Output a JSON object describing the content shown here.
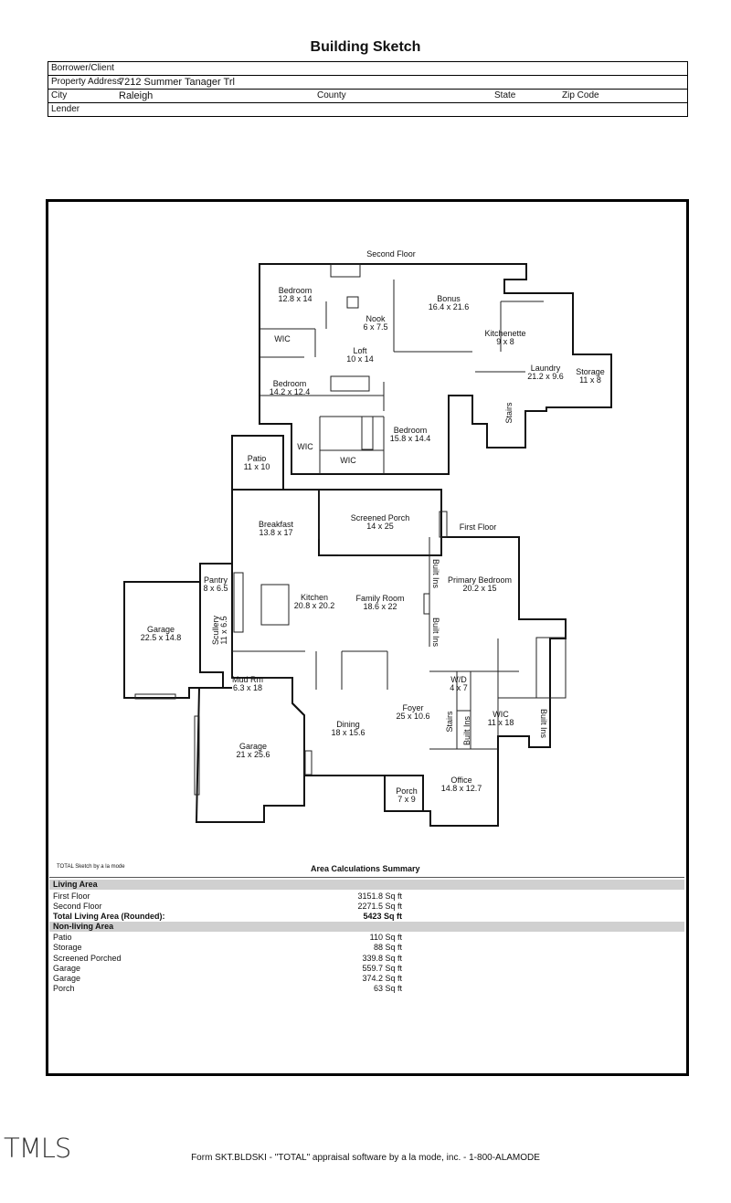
{
  "title": "Building Sketch",
  "header": {
    "borrower_label": "Borrower/Client",
    "address_label": "Property Address",
    "address_value": "7212 Summer Tanager Trl",
    "city_label": "City",
    "city_value": "Raleigh",
    "county_label": "County",
    "state_label": "State",
    "zip_label": "Zip Code",
    "lender_label": "Lender"
  },
  "plan": {
    "second_floor_label": "Second Floor",
    "first_floor_label": "First Floor",
    "rooms": [
      {
        "name": "Bedroom",
        "dims": "12.8 x 14"
      },
      {
        "name": "Nook",
        "dims": "6 x 7.5"
      },
      {
        "name": "Bonus",
        "dims": "16.4 x 21.6"
      },
      {
        "name": "Kitchenette",
        "dims": "9 x 8"
      },
      {
        "name": "WIC",
        "dims": ""
      },
      {
        "name": "Loft",
        "dims": "10 x 14"
      },
      {
        "name": "Laundry",
        "dims": "21.2 x 9.6"
      },
      {
        "name": "Storage",
        "dims": "11 x 8"
      },
      {
        "name": "Bedroom",
        "dims": "14.2 x 12.4"
      },
      {
        "name": "Stairs",
        "dims": ""
      },
      {
        "name": "Bedroom",
        "dims": "15.8 x 14.4"
      },
      {
        "name": "WIC",
        "dims": ""
      },
      {
        "name": "WIC",
        "dims": ""
      },
      {
        "name": "Patio",
        "dims": "11 x 10"
      },
      {
        "name": "Breakfast",
        "dims": "13.8 x 17"
      },
      {
        "name": "Screened Porch",
        "dims": "14 x 25"
      },
      {
        "name": "Pantry",
        "dims": "8 x 6.5"
      },
      {
        "name": "Kitchen",
        "dims": "20.8 x 20.2"
      },
      {
        "name": "Family Room",
        "dims": "18.6 x 22"
      },
      {
        "name": "Primary Bedroom",
        "dims": "20.2 x 15"
      },
      {
        "name": "Garage",
        "dims": "22.5 x 14.8"
      },
      {
        "name": "Scullery",
        "dims": "11 x 6.5"
      },
      {
        "name": "Built Ins",
        "dims": ""
      },
      {
        "name": "Built Ins",
        "dims": ""
      },
      {
        "name": "Mud Rm",
        "dims": "6.3 x 18"
      },
      {
        "name": "W/D",
        "dims": "4 x 7"
      },
      {
        "name": "Foyer",
        "dims": "25 x 10.6"
      },
      {
        "name": "Dining",
        "dims": "18 x 15.6"
      },
      {
        "name": "Garage",
        "dims": "21 x 25.6"
      },
      {
        "name": "Stairs",
        "dims": ""
      },
      {
        "name": "Built Ins",
        "dims": ""
      },
      {
        "name": "WIC",
        "dims": "11 x 18"
      },
      {
        "name": "Built Ins",
        "dims": ""
      },
      {
        "name": "Office",
        "dims": "14.8 x 12.7"
      },
      {
        "name": "Porch",
        "dims": "7 x 9"
      }
    ]
  },
  "sketch_note": "TOTAL Sketch by a la mode",
  "summary": {
    "title": "Area Calculations Summary",
    "living_header": "Living Area",
    "living": [
      {
        "label": "First Floor",
        "value": "3151.8 Sq ft"
      },
      {
        "label": "Second Floor",
        "value": "2271.5 Sq ft"
      }
    ],
    "total_label": "Total Living Area (Rounded):",
    "total_value": "5423 Sq ft",
    "nonliving_header": "Non-living Area",
    "nonliving": [
      {
        "label": "Patio",
        "value": "110 Sq ft"
      },
      {
        "label": "Storage",
        "value": "88 Sq ft"
      },
      {
        "label": "Screened Porched",
        "value": "339.8 Sq ft"
      },
      {
        "label": "Garage",
        "value": "559.7 Sq ft"
      },
      {
        "label": "Garage",
        "value": "374.2 Sq ft"
      },
      {
        "label": "Porch",
        "value": "63 Sq ft"
      }
    ]
  },
  "watermark": "TMLS",
  "footer": "Form SKT.BLDSKI - \"TOTAL\" appraisal software by a la mode, inc. - 1-800-ALAMODE"
}
